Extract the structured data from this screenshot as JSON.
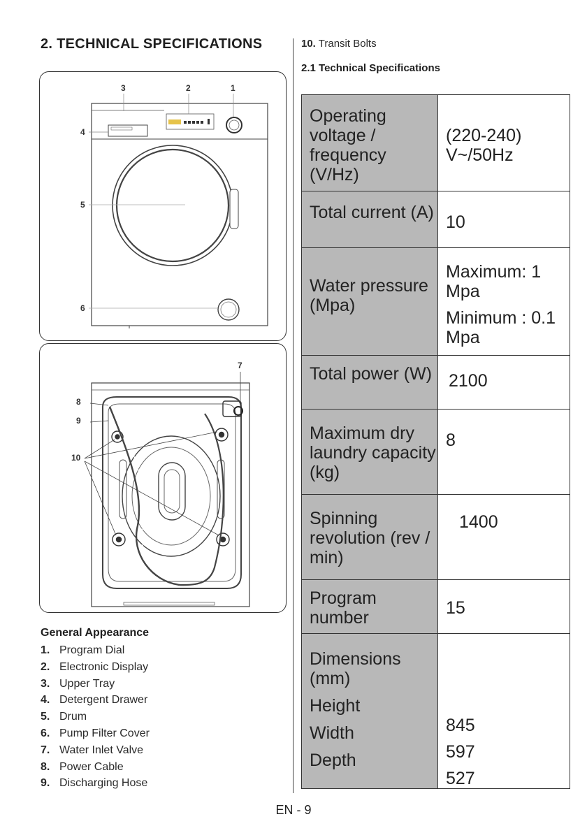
{
  "section_title": "2.  TECHNICAL SPECIFICATIONS",
  "front_callouts": [
    "1",
    "2",
    "3",
    "4",
    "5",
    "6"
  ],
  "back_callouts": [
    "7",
    "8",
    "9",
    "10"
  ],
  "legend": {
    "title": "General Appearance",
    "items": [
      {
        "num": "1.",
        "label": "Program Dial"
      },
      {
        "num": "2.",
        "label": "Electronic Display"
      },
      {
        "num": "3.",
        "label": "Upper Tray"
      },
      {
        "num": "4.",
        "label": "Detergent Drawer"
      },
      {
        "num": "5.",
        "label": "Drum"
      },
      {
        "num": "6.",
        "label": "Pump Filter Cover"
      },
      {
        "num": "7.",
        "label": "Water Inlet Valve"
      },
      {
        "num": "8.",
        "label": "Power Cable"
      },
      {
        "num": "9.",
        "label": "Discharging Hose"
      }
    ]
  },
  "item10": {
    "num": "10.",
    "label": "Transit Bolts"
  },
  "subsection_title": "2.1 Technical Specifications",
  "spec_rows": [
    {
      "label": "Operating voltage / frequency (V/Hz)",
      "value": "(220-240) V~/50Hz"
    },
    {
      "label": "Total current (A)",
      "value": "10"
    },
    {
      "label": "Water pressure (Mpa)",
      "value": "Maximum: 1 Mpa",
      "value2": "Minimum : 0.1 Mpa"
    },
    {
      "label": "Total power (W)",
      "value": "2100"
    },
    {
      "label": "Maximum dry laundry capacity (kg)",
      "value": "8"
    },
    {
      "label": "Spinning revolution (rev / min)",
      "value": "1400"
    },
    {
      "label": "Program number",
      "value": "15"
    }
  ],
  "dimensions": {
    "label": "Dimensions (mm)",
    "height_label": "Height",
    "height": "845",
    "width_label": "Width",
    "width": "597",
    "depth_label": "Depth",
    "depth": "527"
  },
  "page_number": "EN - 9"
}
